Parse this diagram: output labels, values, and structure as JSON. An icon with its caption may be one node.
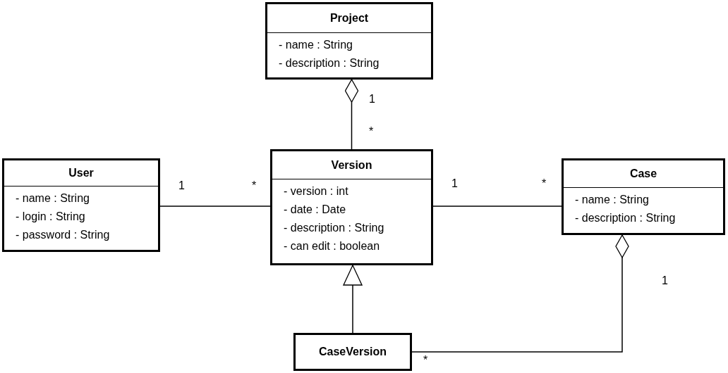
{
  "diagram": {
    "nodes": [
      {
        "text": [
          "Project",
          "- name : String",
          "- description : String"
        ]
      },
      {
        "text": [
          "User",
          "- name : String",
          "- login : String",
          "- password : String"
        ]
      },
      {
        "text": [
          "Version",
          "- version : int",
          "- date : Date",
          "- description : String",
          "- can edit : boolean"
        ]
      },
      {
        "text": [
          "Case",
          "- name : String",
          "- description : String"
        ]
      },
      {
        "text": [
          "CaseVersion"
        ]
      }
    ],
    "edges": [
      {
        "from": 2,
        "to": 0,
        "arrow": "other"
      },
      {
        "from": 1,
        "to": 2,
        "arrow": "none"
      },
      {
        "from": 2,
        "to": 3,
        "arrow": "none"
      },
      {
        "from": 4,
        "to": 2,
        "arrow": "to"
      },
      {
        "from": 4,
        "to": 3,
        "arrow": "other"
      }
    ],
    "labels": [
      "1",
      "*",
      "1",
      "*",
      "1",
      "*",
      "1",
      "*"
    ]
  }
}
